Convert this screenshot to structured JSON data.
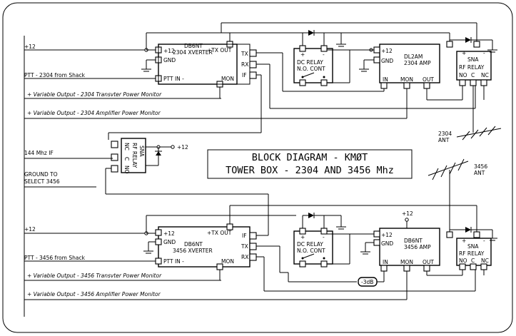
{
  "title_lines": [
    "BLOCK DIAGRAM - KMØT",
    "TOWER BOX - 2304 AND 3456 Mhz"
  ],
  "left_labels": {
    "plus12_top": "+12",
    "ptt_2304": "PTT - 2304 from Shack",
    "var_2304_xvtr": "+  Variable Output - 2304 Transvter Power Monitor",
    "var_2304_amp": "+  Variable Output - 2304 Amplifier Power Monitor",
    "if_144": "144 Mhz IF",
    "ground_to": "GROUND TO",
    "select_3456": "SELECT 3456",
    "plus12_bot": "+12",
    "ptt_3456": "PTT - 3456 from Shack",
    "var_3456_xvtr": "+  Variable Output - 3456 Transvter Power Monitor",
    "var_3456_amp": "+  Variable Output - 3456 Amplifier Power Monitor"
  },
  "xverter_2304": {
    "line1": "DB6NT",
    "line2": "2304 XVERTER",
    "p12": "+12",
    "gnd": "GND",
    "ptt": "PTT IN -",
    "mon": "MON",
    "txout": "+TX OUT",
    "tx": "TX",
    "rx": "RX",
    "if": "IF"
  },
  "xverter_3456": {
    "line1": "DB6NT",
    "line2": "3456 XVERTER",
    "p12": "+12",
    "gnd": "GND",
    "ptt": "PTT IN -",
    "mon": "MON",
    "txout": "+TX OUT",
    "if": "IF",
    "tx": "TX",
    "rx": "RX"
  },
  "dc_relay_top": {
    "line1": "DC RELAY",
    "line2": "N.O. CONT",
    "plus": "+",
    "minus": "-"
  },
  "dc_relay_bot": {
    "line1": "DC RELAY",
    "line2": "N.O. CONT",
    "plus": "+",
    "minus": "-"
  },
  "amp_2304": {
    "line1": "DL2AM",
    "line2": "2304 AMP",
    "p12": "+12",
    "gnd": "GND",
    "in": "IN",
    "mon": "MON",
    "out": "OUT"
  },
  "amp_3456": {
    "line1": "DB6NT",
    "line2": "3456 AMP",
    "p12": "+12",
    "gnd": "GND",
    "in": "IN",
    "mon": "MON",
    "out": "OUT",
    "supply": "+12"
  },
  "sna_top": {
    "line1": "SNA",
    "line2": "RF RELAY",
    "no": "NO",
    "c": "C",
    "nc": "NC",
    "plus": "+",
    "minus": "-"
  },
  "sna_bot": {
    "line1": "SNA",
    "line2": "RF RELAY",
    "no": "NO",
    "c": "C",
    "nc": "NC",
    "plus": "+",
    "minus": "-"
  },
  "sna_if": {
    "line1": "SNA",
    "line2": "RF RELAY",
    "nc": "NC",
    "c": "C",
    "no": "NO",
    "supply": "+12"
  },
  "ant_2304": [
    "2304",
    "ANT"
  ],
  "ant_3456": [
    "3456",
    "ANT"
  ],
  "attenuator": "-3dB"
}
